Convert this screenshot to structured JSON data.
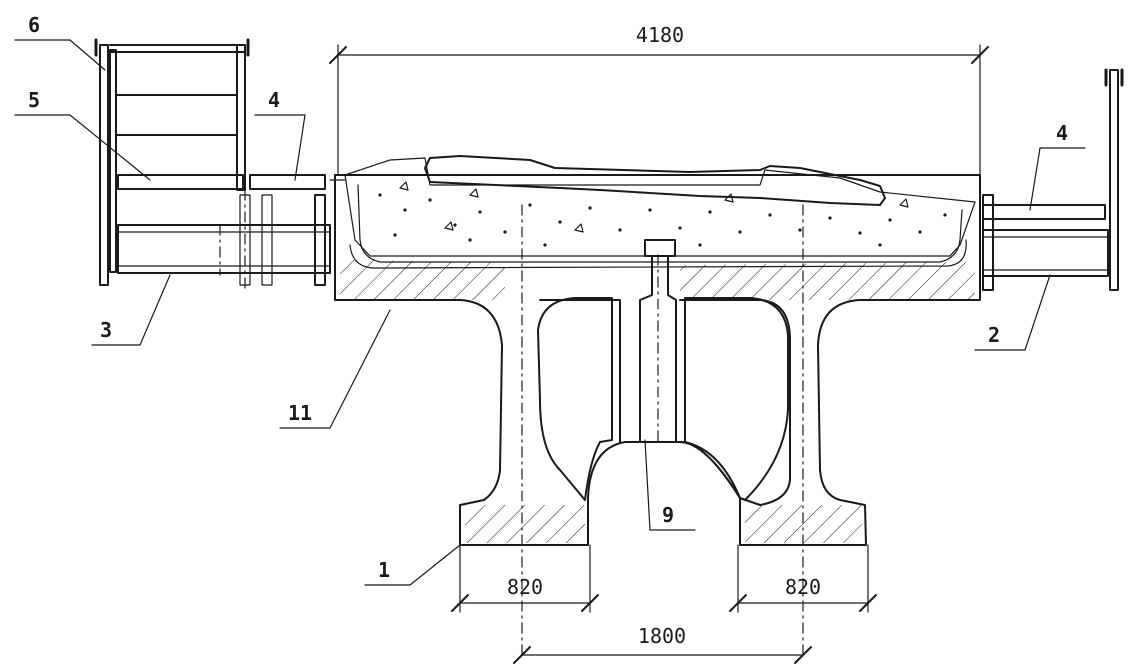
{
  "dimensions": {
    "overall_width": "4180",
    "leg_left": "820",
    "leg_right": "820",
    "leg_spacing": "1800"
  },
  "callouts": [
    "6",
    "5",
    "4",
    "4",
    "3",
    "2",
    "11",
    "9",
    "1"
  ]
}
